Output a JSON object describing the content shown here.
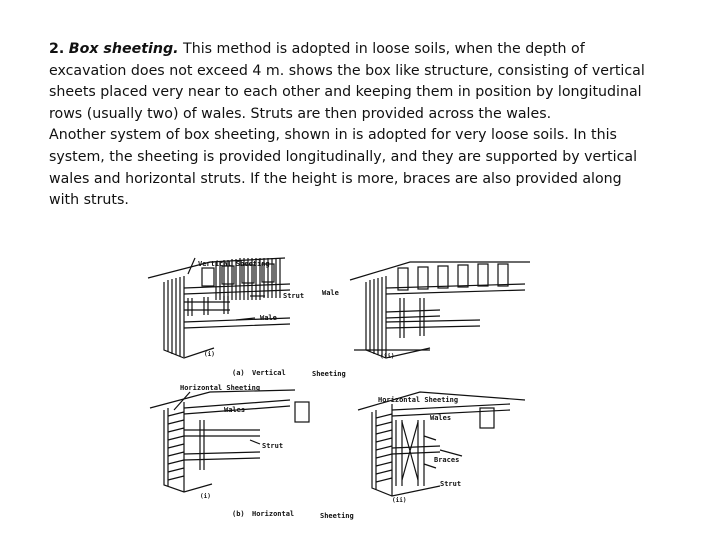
{
  "paragraphs": {
    "p1": {
      "number": "2.",
      "heading": "Box sheeting.",
      "body": "This method is adopted in loose soils, when the depth of excavation does not exceed 4 m. shows the box like structure, consisting of vertical sheets placed very near to each other  and keeping them in position by longitudinal rows (usually two) of wales. Struts are then provided across the wales."
    },
    "p2": "Another system of box sheeting, shown in  is adopted for very loose soils. In this system, the sheeting is provided longitudinally, and they are supported by vertical wales and horizontal  struts. If the height is more, braces are also provided along with struts."
  },
  "figure": {
    "top": {
      "label_vertical_sheeting": "Vertical Sheeting",
      "label_strut": "Strut",
      "label_wale": "Wale",
      "label_wale_right": "Wale",
      "sub_i": "(i)",
      "sub_ii": "(ii)",
      "caption_a": "(a)",
      "caption_vertical": "Vertical",
      "caption_sheeting": "Sheeting"
    },
    "bottom": {
      "label_horizontal_sheeting_left": "Horizontal Sheeting",
      "label_wales_left": "Wales",
      "label_strut_left": "Strut",
      "label_horizontal_sheeting_right": "Horizontal Sheeting",
      "label_wales_right": "Wales",
      "label_braces": "Braces",
      "label_strut_right": "Strut",
      "sub_i": "(i)",
      "sub_ii": "(ii)",
      "caption_b": "(b)",
      "caption_horizontal": "Horizontal",
      "caption_sheeting": "Sheeting"
    }
  }
}
